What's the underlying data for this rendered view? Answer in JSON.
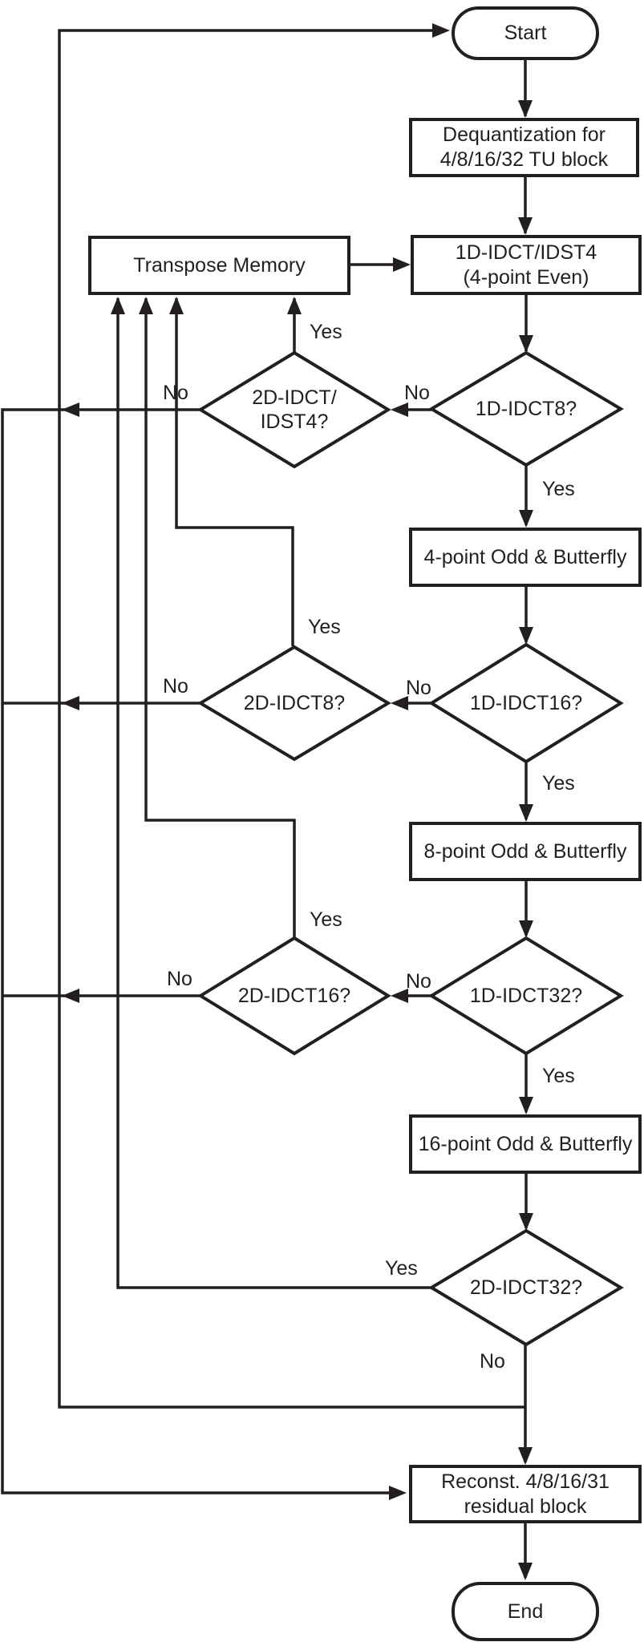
{
  "colors": {
    "ink": "#231f20",
    "paper": "#ffffff"
  },
  "labels": {
    "yes": "Yes",
    "no": "No"
  },
  "nodes": {
    "start": {
      "label": "Start"
    },
    "dequantization": {
      "line1": "Dequantization for",
      "line2": "4/8/16/32 TU block"
    },
    "transpose_memory": {
      "label": "Transpose Memory"
    },
    "idct_idst4": {
      "line1": "1D-IDCT/IDST4",
      "line2": "(4-point Even)"
    },
    "q_1d_idct8": {
      "label": "1D-IDCT8?"
    },
    "q_2d_idct_idst4": {
      "line1": "2D-IDCT/",
      "line2": "IDST4?"
    },
    "butterfly_4pt": {
      "label": "4-point Odd & Butterfly"
    },
    "q_1d_idct16": {
      "label": "1D-IDCT16?"
    },
    "q_2d_idct8": {
      "label": "2D-IDCT8?"
    },
    "butterfly_8pt": {
      "label": "8-point Odd & Butterfly"
    },
    "q_1d_idct32": {
      "label": "1D-IDCT32?"
    },
    "q_2d_idct16": {
      "label": "2D-IDCT16?"
    },
    "butterfly_16pt": {
      "label": "16-point Odd & Butterfly"
    },
    "q_2d_idct32": {
      "label": "2D-IDCT32?"
    },
    "reconstruct": {
      "line1": "Reconst. 4/8/16/31",
      "line2": "residual block"
    },
    "end": {
      "label": "End"
    }
  }
}
